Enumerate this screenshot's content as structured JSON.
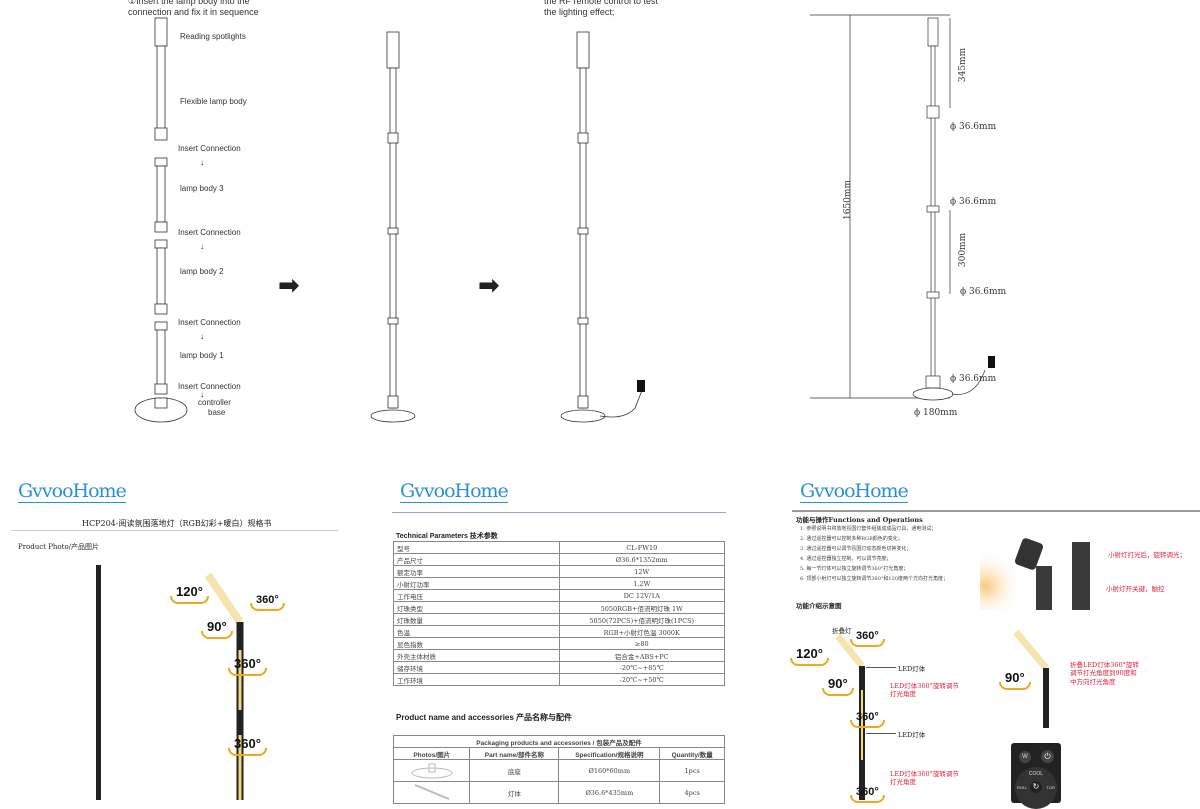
{
  "assembly": {
    "step_title": "①Insert the lamp body into the connection and fix it in sequence",
    "labels": [
      "Reading spotlights",
      "Flexible lamp body",
      "Insert Connection",
      "lamp body 3",
      "Insert Connection",
      "lamp body 2",
      "Insert Connection",
      "lamp body 1",
      "Insert Connection",
      "controller",
      "base"
    ],
    "step_note": "the RF remote control to test the lighting effect;"
  },
  "dimensions": {
    "total_height": "1650mm",
    "top_segment": "345mm",
    "mid_segment": "300mm",
    "diameters": [
      "ϕ 36.6mm",
      "ϕ 36.6mm",
      "ϕ 36.6mm",
      "ϕ 36.6mm"
    ],
    "base_diameter": "ϕ 180mm"
  },
  "brand": "GvvooHome",
  "page1": {
    "title": "HCP204-阅读氛围落地灯（RGB幻彩+暖白）规格书",
    "section": "Product Photo/产品图片",
    "angles": [
      "120°",
      "360°",
      "90°",
      "360°",
      "360°"
    ]
  },
  "page2": {
    "tech_title": "Technical Parameters 技术参数",
    "tech_rows": [
      [
        "型号",
        "CL-FW19"
      ],
      [
        "产品尺寸",
        "Ø36.6*1352mm"
      ],
      [
        "额定功率",
        "12W"
      ],
      [
        "小射灯功率",
        "1.2W"
      ],
      [
        "工作电压",
        "DC 12V/1A"
      ],
      [
        "灯珠类型",
        "5050RGB+佰流明灯珠 1W"
      ],
      [
        "灯珠数量",
        "5050(72PCS)+佰流明灯珠(1PCS)"
      ],
      [
        "色温",
        "RGB+小射灯色温 3000K"
      ],
      [
        "显色指数",
        "≥80"
      ],
      [
        "外壳主体材质",
        "铝合金+ABS+PC"
      ],
      [
        "储存环境",
        "-20℃~+85℃"
      ],
      [
        "工作环境",
        "-20℃~+50℃"
      ]
    ],
    "product_title": "Product name and accessories  产品名称与配件",
    "pkg_title": "Packaging products and accessories   / 包装产品及配件",
    "pkg_headers": [
      "Photos/图片",
      "Part name/部件名称",
      "Specification/规格说明",
      "Quantity/数量"
    ],
    "pkg_rows": [
      [
        "底座",
        "Ø160*60mm",
        "1pcs"
      ],
      [
        "灯体",
        "Ø36.6*435mm",
        "4pcs"
      ]
    ]
  },
  "page3": {
    "func_title": "功能与操作Functions and Operations",
    "func_items": [
      "1. 参照说明书将落地氛围灯套件组装成成品灯具，通电测试；",
      "2. 通过遥控器可以控制多种RGB颜色的变化；",
      "3. 通过遥控器可以调节氛围灯动态颜色切换变化；",
      "4. 通过遥控器独立控制，可以调节亮度；",
      "5. 每一节灯体可以独立旋转调节360°打光角度；",
      "6. 顶部小射灯可以独立旋转调节360°和120度两个方向打光角度；"
    ],
    "spot_notes": [
      "小射灯打光后，旋转调光；",
      "小射灯开关键，触控"
    ],
    "diagram_title": "功能介绍示意图",
    "fold_label": "折叠灯",
    "angles": [
      "120°",
      "360°",
      "90°",
      "360°",
      "360°",
      "90°"
    ],
    "led_label": "LED灯体",
    "led_note": "LED灯体360°旋转调节打光角度",
    "fold_note": "折叠LED灯体360°旋转调节打光角度到90度和中方向打光角度",
    "remote": {
      "w": "W",
      "cool": "COOL",
      "left": "ROLL",
      "right": "T.DR"
    }
  }
}
